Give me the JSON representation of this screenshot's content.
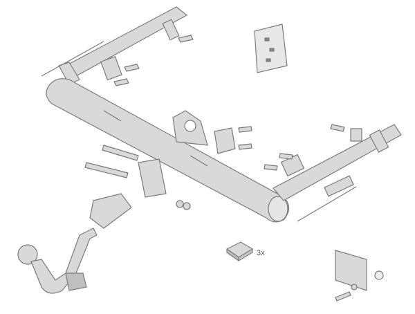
{
  "diagram": {
    "type": "exploded-parts-view",
    "subject": "tow bar assembly",
    "parts": [
      {
        "id": "crossbar",
        "label": ""
      },
      {
        "id": "left-bracket",
        "label": ""
      },
      {
        "id": "right-bracket",
        "label": ""
      },
      {
        "id": "center-socket-bracket",
        "label": ""
      },
      {
        "id": "tow-ball-neck",
        "label": ""
      },
      {
        "id": "coupling-head",
        "label": ""
      },
      {
        "id": "hardware-bag",
        "label": ""
      },
      {
        "id": "spacer-pad",
        "label": "",
        "quantity_label": "3x"
      },
      {
        "id": "mounting-plate",
        "label": ""
      }
    ]
  },
  "annotations": {
    "spacer_quantity": "3x"
  },
  "colors": {
    "part_fill": "#d8d8d8",
    "part_stroke": "#777777",
    "background": "#ffffff"
  }
}
